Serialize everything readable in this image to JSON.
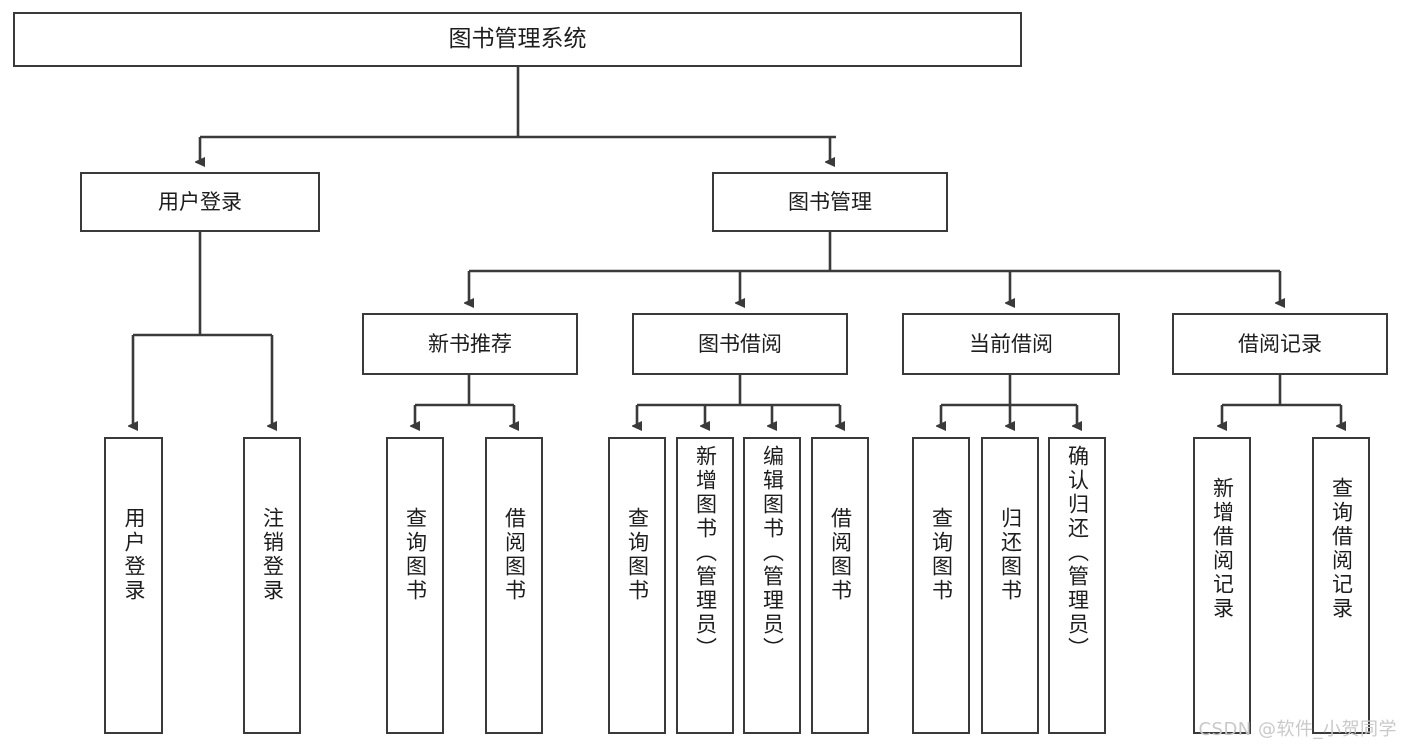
{
  "diagram": {
    "title": "图书管理系统",
    "type": "tree-hierarchy",
    "watermark": "CSDN @软件_小贺同学",
    "colors": {
      "stroke": "#3a3a3a",
      "fill": "#ffffff",
      "text": "#1d1d1d",
      "watermark": "#c9c9c9"
    },
    "root": {
      "label": "图书管理系统"
    },
    "level2": [
      {
        "label": "用户登录"
      },
      {
        "label": "图书管理"
      }
    ],
    "level3": [
      {
        "label": "新书推荐"
      },
      {
        "label": "图书借阅"
      },
      {
        "label": "当前借阅"
      },
      {
        "label": "借阅记录"
      }
    ],
    "leaves": {
      "user_login": [
        {
          "label": "用户登录"
        },
        {
          "label": "注销登录"
        }
      ],
      "new_book": [
        {
          "label": "查询图书"
        },
        {
          "label": "借阅图书"
        }
      ],
      "book_borrow": [
        {
          "label": "查询图书"
        },
        {
          "label": "新增图书（管理员）"
        },
        {
          "label": "编辑图书（管理员）"
        },
        {
          "label": "借阅图书"
        }
      ],
      "current_borrow": [
        {
          "label": "查询图书"
        },
        {
          "label": "归还图书"
        },
        {
          "label": "确认归还（管理员）"
        }
      ],
      "borrow_record": [
        {
          "label": "新增借阅记录"
        },
        {
          "label": "查询借阅记录"
        }
      ]
    }
  }
}
